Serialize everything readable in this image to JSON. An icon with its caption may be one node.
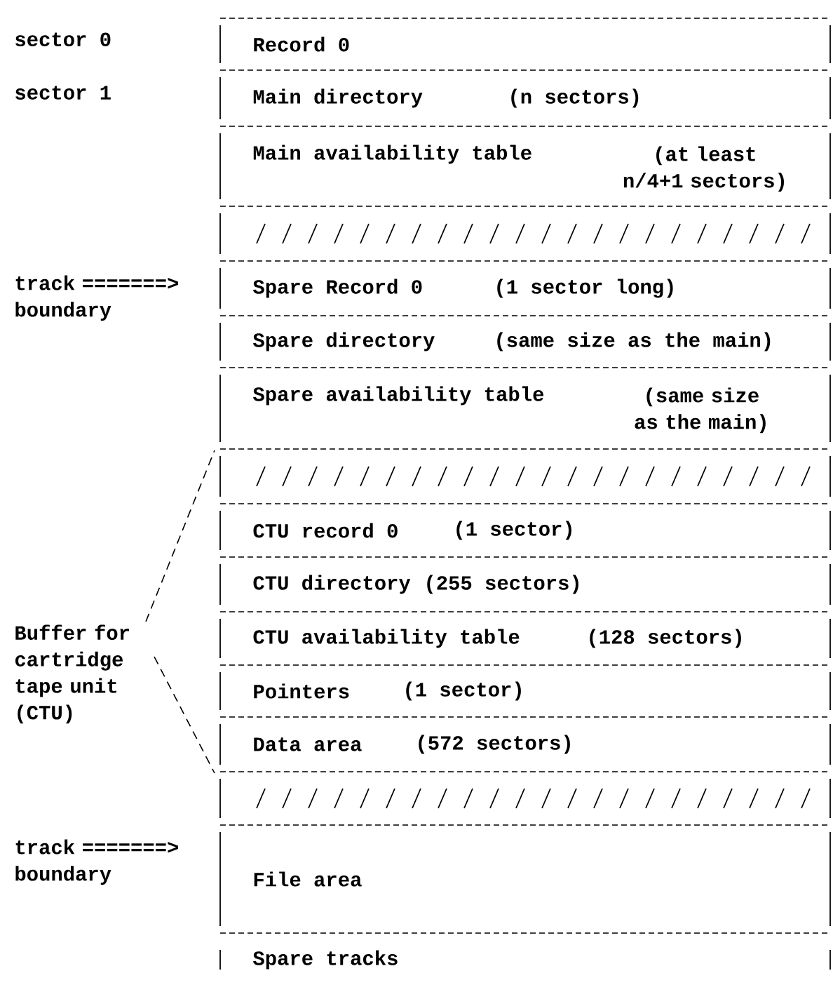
{
  "diagram": {
    "nodes": [
      {
        "text": [
          "Record 0"
        ]
      },
      {
        "text": [
          "Main directory",
          "(n sectors)"
        ]
      },
      {
        "text": [
          "Main availability table",
          "(at least n/4+1 sectors)"
        ]
      },
      {
        "text": [],
        "shape": "box"
      },
      {
        "text": [
          "Spare Record 0",
          "(1 sector long)"
        ]
      },
      {
        "text": [
          "Spare directory",
          "(same size as the main)"
        ]
      },
      {
        "text": [
          "Spare availability table",
          "(same size as the main)"
        ]
      },
      {
        "text": [],
        "shape": "box"
      },
      {
        "text": [
          "CTU record 0",
          "(1 sector)"
        ]
      },
      {
        "text": [
          "CTU directory",
          "(255 sectors)"
        ]
      },
      {
        "text": [
          "CTU availability table",
          "(128 sectors)"
        ]
      },
      {
        "text": [
          "Pointers",
          "(1 sector)"
        ]
      },
      {
        "text": [
          "Data area",
          "(572 sectors)"
        ]
      },
      {
        "text": [],
        "shape": "box"
      },
      {
        "text": [
          "File area"
        ]
      },
      {
        "text": [
          "Spare tracks"
        ]
      }
    ],
    "labels": [
      "sector 0",
      "sector 1",
      "track =======> boundary",
      "Buffer for cartridge tape unit (CTU)",
      "track =======> boundary"
    ]
  }
}
